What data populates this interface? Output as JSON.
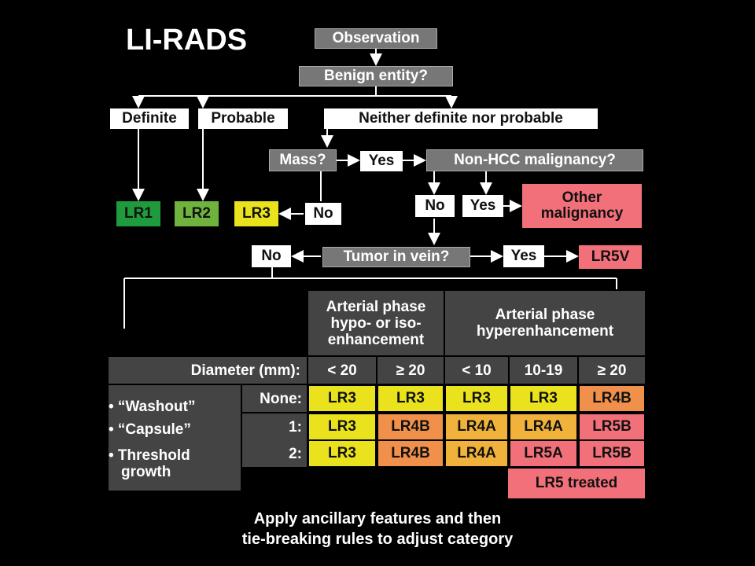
{
  "title": "LI-RADS",
  "flow": {
    "observation": "Observation",
    "benign": "Benign entity?",
    "definite": "Definite",
    "probable": "Probable",
    "neither": "Neither definite nor probable",
    "mass": "Mass?",
    "yes_mass": "Yes",
    "nonhcc": "Non-HCC malignancy?",
    "lr1": "LR1",
    "lr2": "LR2",
    "lr3": "LR3",
    "no_mass": "No",
    "no_nonhcc": "No",
    "yes_nonhcc": "Yes",
    "other_line1": "Other",
    "other_line2": "malignancy",
    "no_vein": "No",
    "tumor_vein": "Tumor in vein?",
    "yes_vein": "Yes",
    "lr5v": "LR5V"
  },
  "table": {
    "hdr_arterial_hypo_1": "Arterial phase",
    "hdr_arterial_hypo_2": "hypo- or iso-",
    "hdr_arterial_hypo_3": "enhancement",
    "hdr_arterial_hyper_1": "Arterial phase",
    "hdr_arterial_hyper_2": "hyperenhancement",
    "diameter_label": "Diameter (mm):",
    "cols": [
      "< 20",
      "≥ 20",
      "< 10",
      "10-19",
      "≥ 20"
    ],
    "features": [
      "• “Washout”",
      "• “Capsule”",
      "• Threshold",
      "growth"
    ],
    "rows": [
      {
        "label": "None:",
        "cells": [
          "LR3",
          "LR3",
          "LR3",
          "LR3",
          "LR4B"
        ]
      },
      {
        "label": "1:",
        "cells": [
          "LR3",
          "LR4B",
          "LR4A",
          "LR4A",
          "LR5B"
        ]
      },
      {
        "label": "2:",
        "cells": [
          "LR3",
          "LR4B",
          "LR4A",
          "LR5A",
          "LR5B"
        ]
      }
    ],
    "treated": "LR5 treated"
  },
  "footer_1": "Apply ancillary features and then",
  "footer_2": "tie-breaking rules to adjust category",
  "colors": {
    "lr1": "#1f9a3c",
    "lr2": "#6fb33f",
    "lr3": "#e9e21c",
    "lr4a": "#f0b23a",
    "lr4b": "#f0904a",
    "lr5": "#f2707a",
    "box_gray": "#777777",
    "header_gray": "#444444"
  }
}
